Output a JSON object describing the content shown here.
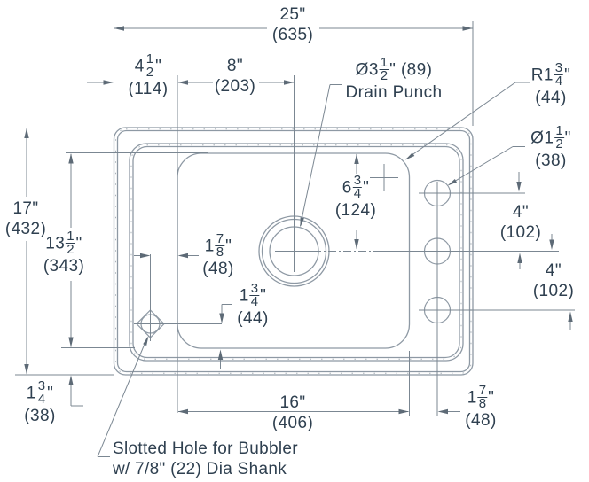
{
  "drawing_type": "sink-dimension-drawing",
  "colors": {
    "ink": "#2f4050",
    "line": "#8e99a4",
    "dim": "#7b8792",
    "arrow": "#5d6a76"
  },
  "labels": {
    "overall_width": {
      "whole": "25",
      "q": "\"",
      "metric": "(635)"
    },
    "edge_offset": {
      "whole": "4",
      "num": "1",
      "den": "2",
      "q": "\"",
      "metric": "(114)"
    },
    "drain_offset_x": {
      "whole": "8",
      "q": "\"",
      "metric": "(203)"
    },
    "drain_punch": {
      "pre": "Ø",
      "whole": "3",
      "num": "1",
      "den": "2",
      "q": "\"",
      "suf": " (89)",
      "line2": "Drain Punch"
    },
    "corner_radius": {
      "pre": "R",
      "whole": "1",
      "num": "3",
      "den": "4",
      "q": "\"",
      "metric": "(44)"
    },
    "faucet_hole_dia": {
      "pre": "Ø",
      "whole": "1",
      "num": "1",
      "den": "2",
      "q": "\"",
      "metric": "(38)"
    },
    "overall_depth": {
      "whole": "17",
      "q": "\"",
      "metric": "(432)"
    },
    "bowl_depth": {
      "whole": "13",
      "num": "1",
      "den": "2",
      "q": "\"",
      "metric": "(343)"
    },
    "drain_offset_y": {
      "whole": "6",
      "num": "3",
      "den": "4",
      "q": "\"",
      "metric": "(124)"
    },
    "bubbler_offset_x": {
      "whole": "1",
      "num": "7",
      "den": "8",
      "q": "\"",
      "metric": "(48)"
    },
    "bubbler_offset_y": {
      "whole": "1",
      "num": "3",
      "den": "4",
      "q": "\"",
      "metric": "(44)"
    },
    "faucet_spacing_upper": {
      "whole": "4",
      "q": "\"",
      "metric": "(102)"
    },
    "faucet_spacing_lower": {
      "whole": "4",
      "q": "\"",
      "metric": "(102)"
    },
    "rim_margin": {
      "whole": "1",
      "num": "3",
      "den": "4",
      "q": "\"",
      "metric": "(38)"
    },
    "bowl_width": {
      "whole": "16",
      "q": "\"",
      "metric": "(406)"
    },
    "faucet_edge_offset": {
      "whole": "1",
      "num": "7",
      "den": "8",
      "q": "\"",
      "metric": "(48)"
    },
    "bubbler_note_line1": "Slotted Hole for Bubbler",
    "bubbler_note_line2": "w/ 7/8\" (22) Dia Shank"
  }
}
